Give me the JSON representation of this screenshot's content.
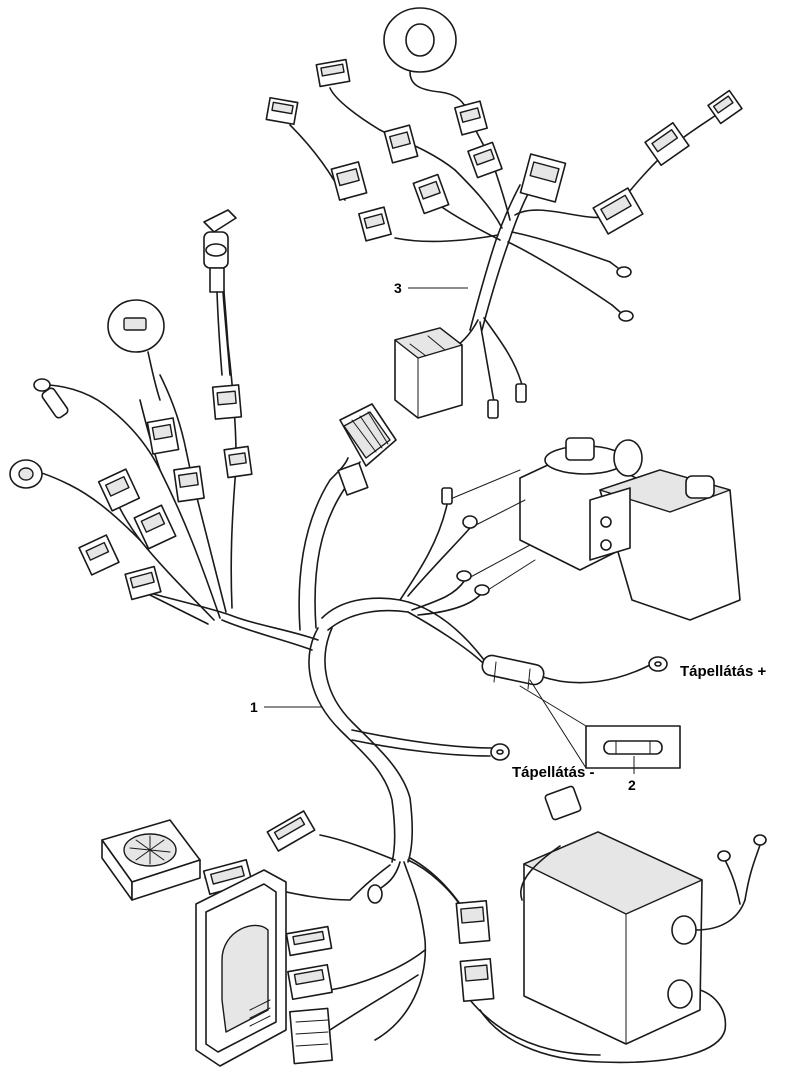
{
  "callouts": {
    "item_1": "1",
    "item_2": "2",
    "item_3": "3"
  },
  "labels": {
    "power_positive": "Tápellátás +",
    "power_negative": "Tápellátás -"
  }
}
